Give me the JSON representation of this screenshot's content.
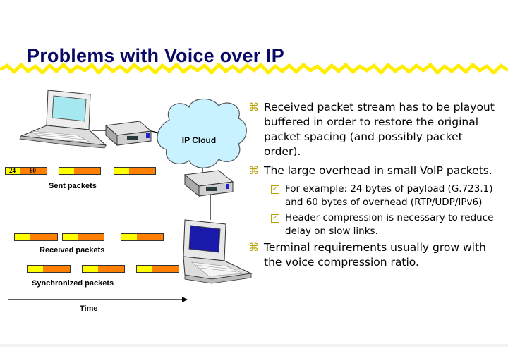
{
  "slide": {
    "title": "Problems with Voice over IP",
    "bullets": [
      {
        "text": "Received packet stream has to be playout buffered in order to restore the original packet spacing (and possibly packet order).",
        "sub": []
      },
      {
        "text": "The large overhead in small VoIP packets.",
        "sub": [
          "For example: 24 bytes of payload (G.723.1) and 60 bytes of overhead (RTP/UDP/IPv6)",
          "Header compression is necessary to reduce delay on slow links."
        ]
      },
      {
        "text": "Terminal requirements usually grow with the voice compression ratio.",
        "sub": []
      }
    ]
  },
  "diagram": {
    "cloud_label": "IP Cloud",
    "sent_label": "Sent packets",
    "received_label": "Received packets",
    "synchronized_label": "Synchronized packets",
    "time_label": "Time",
    "payload_bytes": "24",
    "overhead_bytes": "60"
  },
  "colors": {
    "title": "#0a0a66",
    "payload": "#ffff00",
    "overhead": "#ff7f00",
    "cloud": "#c8f2ff",
    "bullet_marker": "#b8a000"
  }
}
